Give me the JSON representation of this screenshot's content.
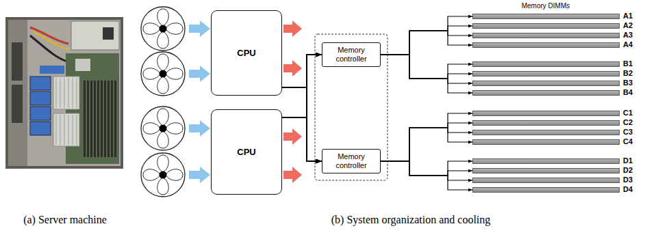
{
  "diagram": {
    "nodes": [
      {
        "text": [
          "CPU"
        ]
      },
      {
        "text": [
          "CPU"
        ]
      },
      {
        "text": [
          "Memory controller"
        ]
      },
      {
        "text": [
          "Memory controller"
        ]
      },
      {
        "text": [
          "A1"
        ]
      },
      {
        "text": [
          "A2"
        ]
      },
      {
        "text": [
          "A3"
        ]
      },
      {
        "text": [
          "A4"
        ]
      },
      {
        "text": [
          "B1"
        ]
      },
      {
        "text": [
          "B2"
        ]
      },
      {
        "text": [
          "B3"
        ]
      },
      {
        "text": [
          "B4"
        ]
      },
      {
        "text": [
          "C1"
        ]
      },
      {
        "text": [
          "C2"
        ]
      },
      {
        "text": [
          "C3"
        ]
      },
      {
        "text": [
          "C4"
        ]
      },
      {
        "text": [
          "D1"
        ]
      },
      {
        "text": [
          "D2"
        ]
      },
      {
        "text": [
          "D3"
        ]
      },
      {
        "text": [
          "D4"
        ]
      }
    ],
    "edges": [
      {
        "from": 0,
        "to": 2,
        "arrow": "to"
      },
      {
        "from": 0,
        "to": 3,
        "arrow": "to"
      },
      {
        "from": 1,
        "to": 2,
        "arrow": "to"
      },
      {
        "from": 1,
        "to": 3,
        "arrow": "to"
      },
      {
        "from": 2,
        "to": 4,
        "arrow": "to"
      },
      {
        "from": 2,
        "to": 5,
        "arrow": "to"
      },
      {
        "from": 2,
        "to": 6,
        "arrow": "to"
      },
      {
        "from": 2,
        "to": 7,
        "arrow": "to"
      },
      {
        "from": 2,
        "to": 8,
        "arrow": "to"
      },
      {
        "from": 2,
        "to": 9,
        "arrow": "to"
      },
      {
        "from": 2,
        "to": 10,
        "arrow": "to"
      },
      {
        "from": 2,
        "to": 11,
        "arrow": "to"
      },
      {
        "from": 3,
        "to": 12,
        "arrow": "to"
      },
      {
        "from": 3,
        "to": 13,
        "arrow": "to"
      },
      {
        "from": 3,
        "to": 14,
        "arrow": "to"
      },
      {
        "from": 3,
        "to": 15,
        "arrow": "to"
      },
      {
        "from": 3,
        "to": 16,
        "arrow": "to"
      },
      {
        "from": 3,
        "to": 17,
        "arrow": "to"
      },
      {
        "from": 3,
        "to": 18,
        "arrow": "to"
      },
      {
        "from": 3,
        "to": 19,
        "arrow": "to"
      }
    ],
    "labels": [
      "Memory DIMMs",
      "(a) Server machine",
      "(b) System organization and cooling"
    ]
  }
}
